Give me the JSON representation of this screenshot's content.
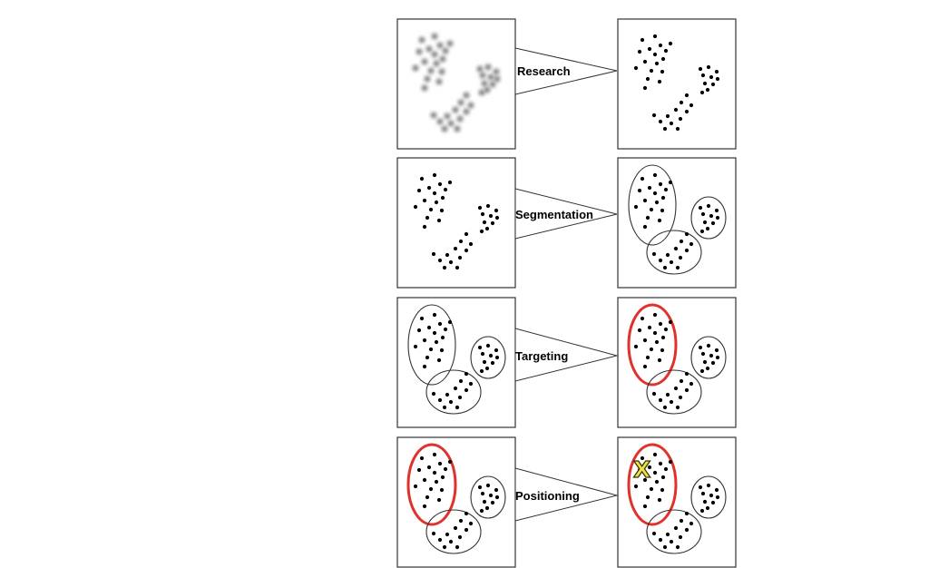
{
  "steps": [
    {
      "label": "Research",
      "left_state": "fuzzy",
      "right_state": "dots"
    },
    {
      "label": "Segmentation",
      "left_state": "dots",
      "right_state": "clustered"
    },
    {
      "label": "Targeting",
      "left_state": "clustered",
      "right_state": "target-highlighted"
    },
    {
      "label": "Positioning",
      "left_state": "target-highlighted",
      "right_state": "target-positioned"
    }
  ],
  "marker_symbol": "X",
  "colors": {
    "panel_border": "#333333",
    "dot": "#000000",
    "fuzzy_dot": "#6a6a6a",
    "target_ring": "#e0312c",
    "marker": "#f2e24a",
    "marker_outline": "#3b3400"
  }
}
